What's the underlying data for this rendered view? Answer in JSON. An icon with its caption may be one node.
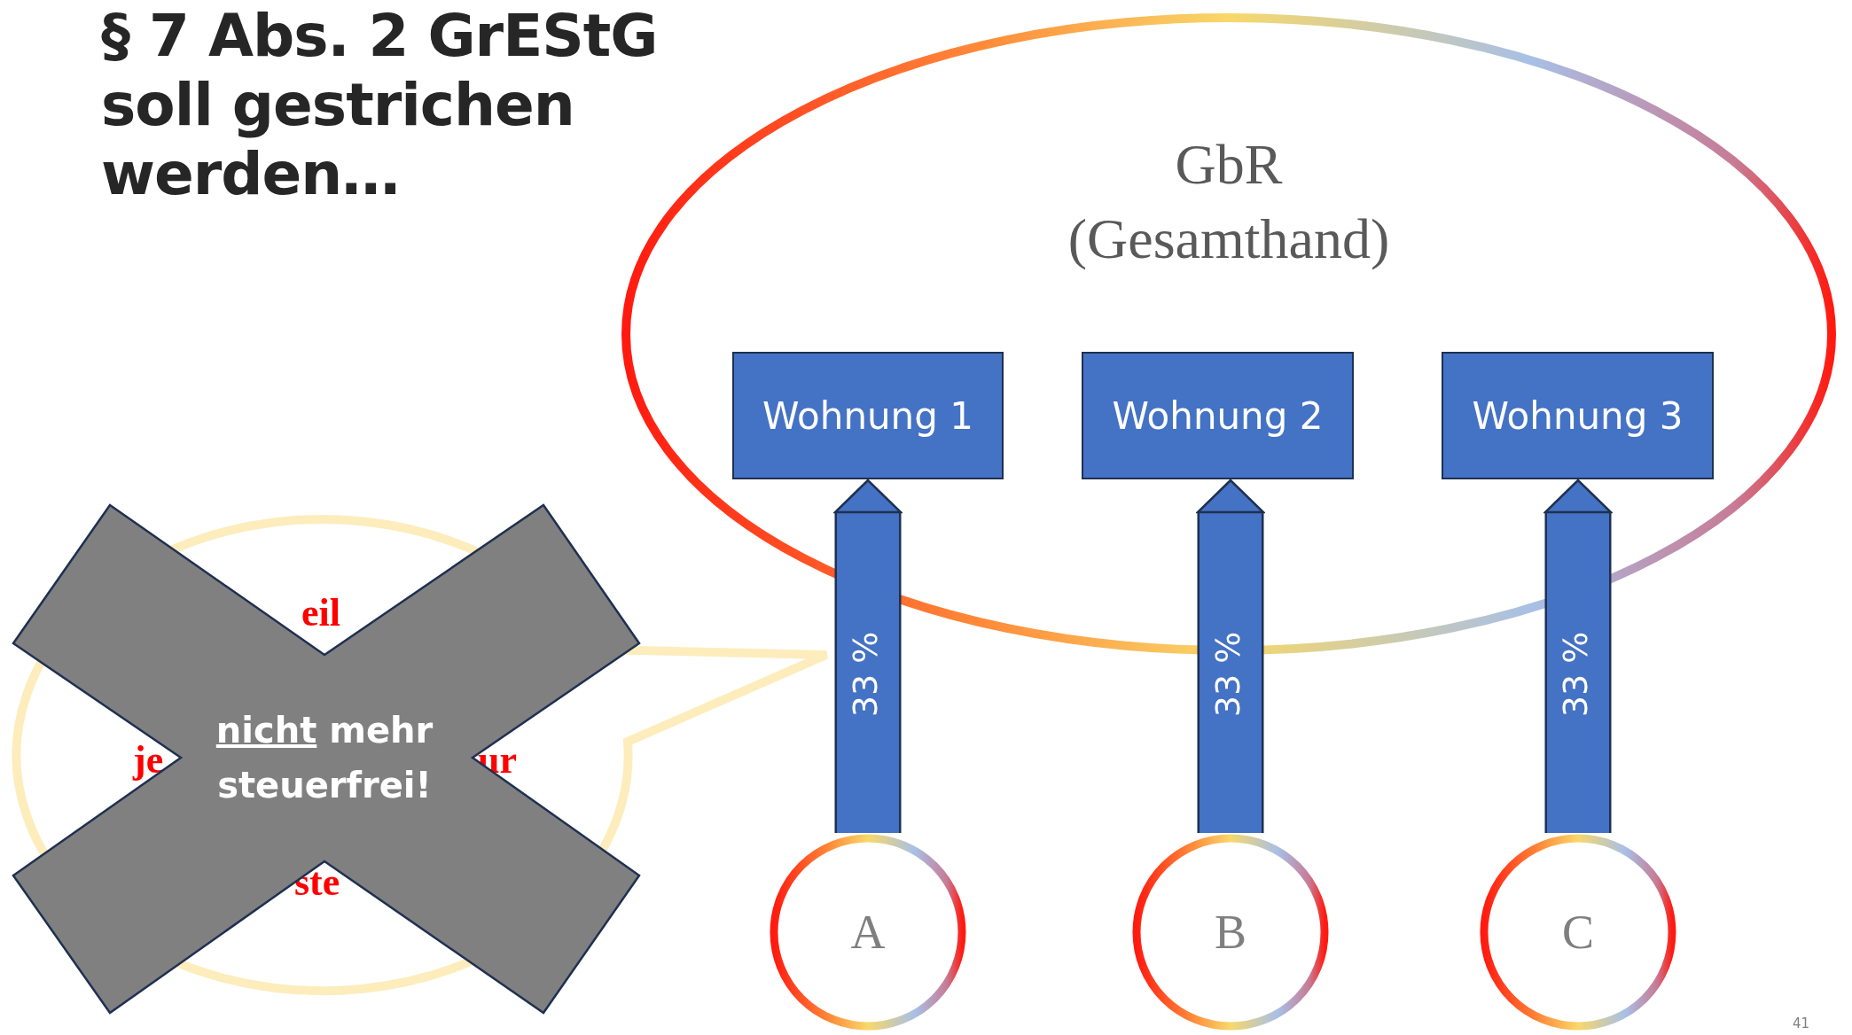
{
  "diagram": {
    "title": "§ 7 Abs. 2 GrEStG soll gestrichen werden…",
    "nodes": [
      {
        "text": [
          "GbR (Gesamthand)"
        ]
      },
      {
        "text": [
          "Wohnung 1"
        ],
        "in": 0
      },
      {
        "text": [
          "Wohnung 2"
        ],
        "in": 0
      },
      {
        "text": [
          "Wohnung 3"
        ],
        "in": 0
      },
      {
        "text": [
          "A"
        ]
      },
      {
        "text": [
          "B"
        ]
      },
      {
        "text": [
          "C"
        ]
      },
      {
        "text": [
          "eil",
          "je",
          "ur",
          "ste"
        ]
      },
      {
        "text": [
          "nicht mehr steuerfrei!"
        ]
      }
    ],
    "edges": [
      {
        "from": 4,
        "to": 1,
        "arrow": "to",
        "label": "33 %"
      },
      {
        "from": 5,
        "to": 2,
        "arrow": "to",
        "label": "33 %"
      },
      {
        "from": 6,
        "to": 3,
        "arrow": "to",
        "label": "33 %"
      }
    ],
    "labels": [
      "41"
    ]
  }
}
